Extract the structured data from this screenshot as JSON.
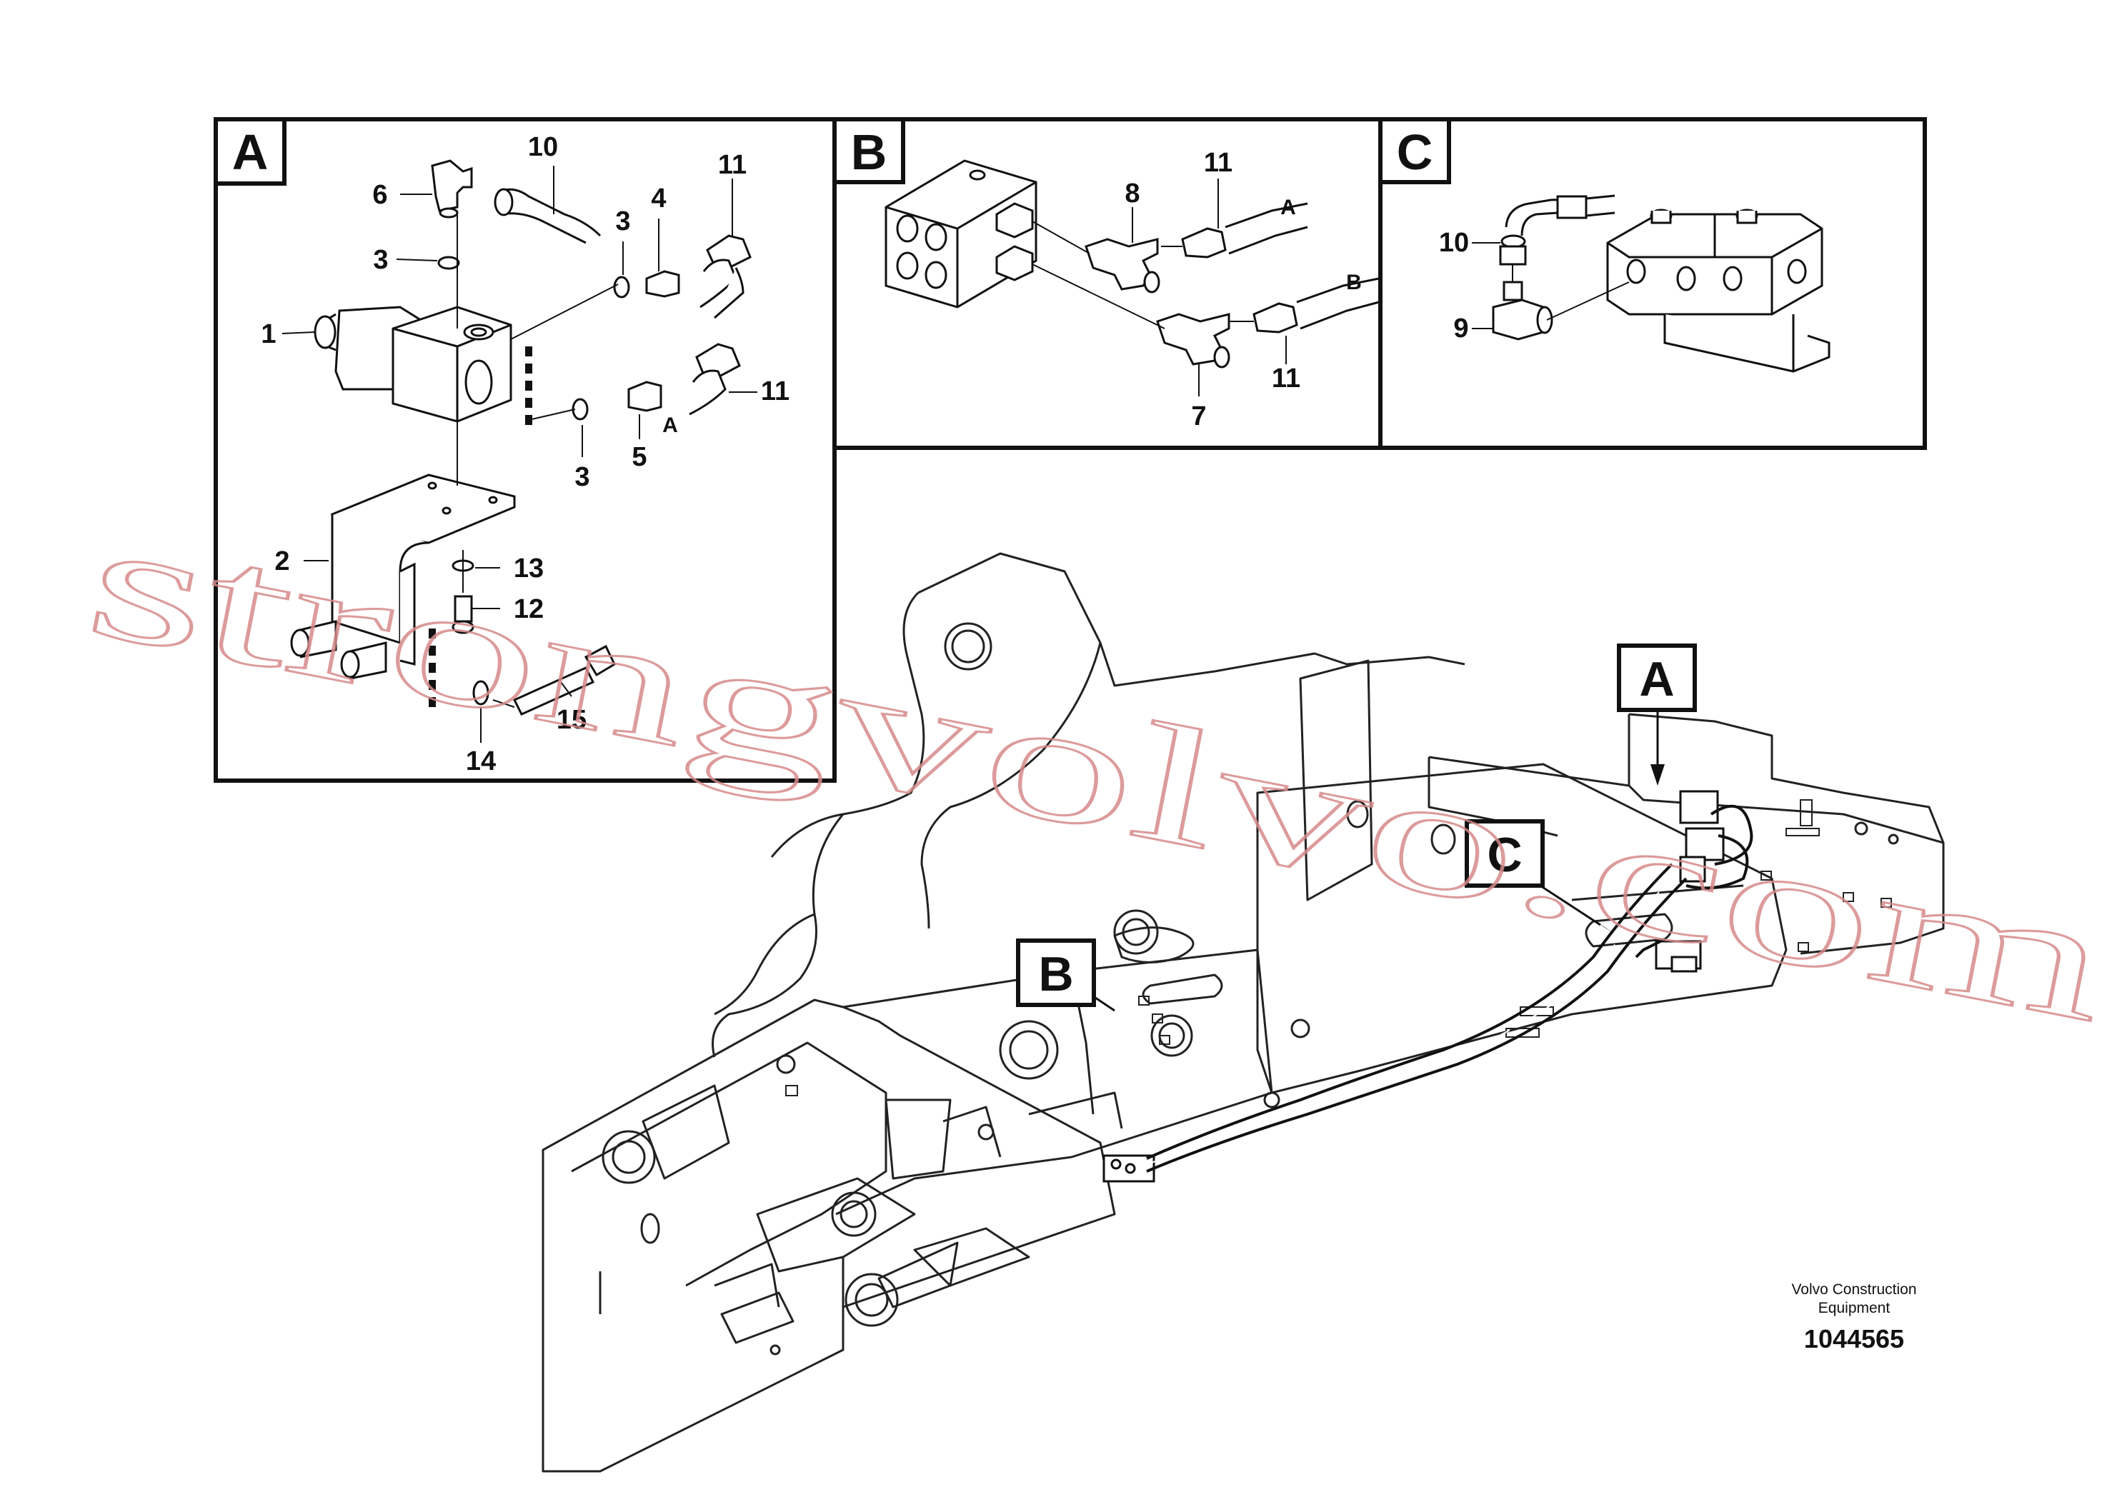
{
  "panels": {
    "A": {
      "title": "A",
      "labels": [
        "10",
        "6",
        "3",
        "3",
        "4",
        "11",
        "1",
        "11",
        "A",
        "3",
        "5",
        "2",
        "13",
        "12",
        "15",
        "14"
      ]
    },
    "B": {
      "title": "B",
      "labels": [
        "11",
        "8",
        "A",
        "B",
        "11",
        "7"
      ]
    },
    "C": {
      "title": "C",
      "labels": [
        "10",
        "9"
      ]
    }
  },
  "callouts": {
    "A": "A",
    "B": "B",
    "C": "C"
  },
  "watermark": "strongvolvo.com",
  "footer": {
    "company_line1": "Volvo Construction",
    "company_line2": "Equipment",
    "drawing_number": "1044565"
  }
}
